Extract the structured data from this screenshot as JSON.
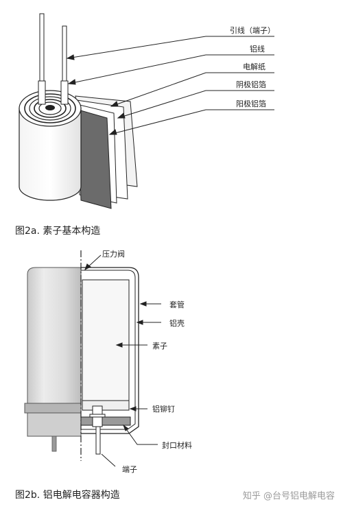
{
  "figure_a": {
    "caption": "图2a. 素子基本构造",
    "labels": {
      "lead_wire": "引线（端子）",
      "aluminum_wire": "铝线",
      "electrolytic_paper": "电解纸",
      "cathode_foil": "阴极铝箔",
      "anode_foil": "阳极铝箔"
    }
  },
  "figure_b": {
    "caption": "图2b. 铝电解电容器构造",
    "labels": {
      "pressure_valve": "压力阀",
      "sleeve": "套管",
      "aluminum_case": "铝壳",
      "element": "素子",
      "aluminum_rivet": "铝铆钉",
      "sealing_material": "封口材料",
      "terminal": "端子"
    }
  },
  "watermark": "知乎 @台号铝电解电容",
  "colors": {
    "line": "#222222",
    "body_gray": "#d9d9d9",
    "foil_dark": "#6b6b6b",
    "seal": "#9a9a9a"
  }
}
